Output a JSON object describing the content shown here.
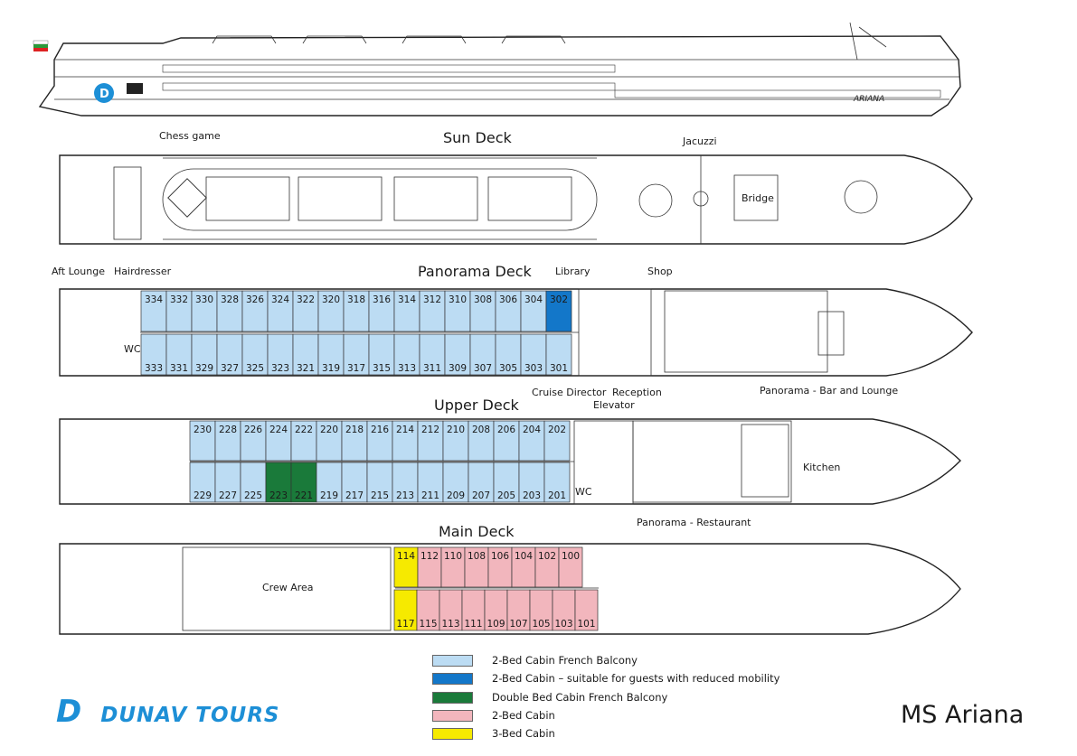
{
  "ship_name": "MS Ariana",
  "hull_name": "ARIANA",
  "brand": {
    "mark": "D",
    "name": "DUNAV TOURS"
  },
  "colors": {
    "french_balcony": "#bcdcf3",
    "reduced_mobility": "#1377c9",
    "double_bed": "#1a7a3a",
    "two_bed": "#f2b6bd",
    "three_bed": "#f6ea00"
  },
  "decks": {
    "sun": {
      "title": "Sun Deck",
      "labels": {
        "chess": "Chess game",
        "jacuzzi": "Jacuzzi",
        "bridge": "Bridge"
      }
    },
    "panorama": {
      "title": "Panorama Deck",
      "labels": {
        "aft_lounge": "Aft Lounge",
        "hairdresser": "Hairdresser",
        "library": "Library",
        "shop": "Shop",
        "wc": "WC",
        "cruise_director": "Cruise Director",
        "reception": "Reception",
        "elevator": "Elevator",
        "bar": "Panorama - Bar and Lounge"
      },
      "top_cabins": [
        "334",
        "332",
        "330",
        "328",
        "326",
        "324",
        "322",
        "320",
        "318",
        "316",
        "314",
        "312",
        "310",
        "308",
        "306",
        "304",
        "302"
      ],
      "bottom_cabins": [
        "333",
        "331",
        "329",
        "327",
        "325",
        "323",
        "321",
        "319",
        "317",
        "315",
        "313",
        "311",
        "309",
        "307",
        "305",
        "303",
        "301"
      ]
    },
    "upper": {
      "title": "Upper Deck",
      "labels": {
        "wc": "WC",
        "kitchen": "Kitchen",
        "restaurant": "Panorama - Restaurant"
      },
      "top_cabins": [
        "230",
        "228",
        "226",
        "224",
        "222",
        "220",
        "218",
        "216",
        "214",
        "212",
        "210",
        "208",
        "206",
        "204",
        "202"
      ],
      "bottom_cabins": [
        "229",
        "227",
        "225",
        "223",
        "221",
        "219",
        "217",
        "215",
        "213",
        "211",
        "209",
        "207",
        "205",
        "203",
        "201"
      ]
    },
    "main": {
      "title": "Main Deck",
      "labels": {
        "crew": "Crew Area"
      },
      "top_cabins": [
        "114",
        "112",
        "110",
        "108",
        "106",
        "104",
        "102",
        "100"
      ],
      "bottom_cabins": [
        "117",
        "115",
        "113",
        "111",
        "109",
        "107",
        "105",
        "103",
        "101"
      ]
    }
  },
  "legend": [
    {
      "label": "2-Bed Cabin French Balcony",
      "color": "#bcdcf3"
    },
    {
      "label": "2-Bed Cabin – suitable for guests with reduced mobility",
      "color": "#1377c9"
    },
    {
      "label": "Double Bed Cabin French Balcony",
      "color": "#1a7a3a"
    },
    {
      "label": "2-Bed Cabin",
      "color": "#f2b6bd"
    },
    {
      "label": "3-Bed Cabin",
      "color": "#f6ea00"
    }
  ]
}
